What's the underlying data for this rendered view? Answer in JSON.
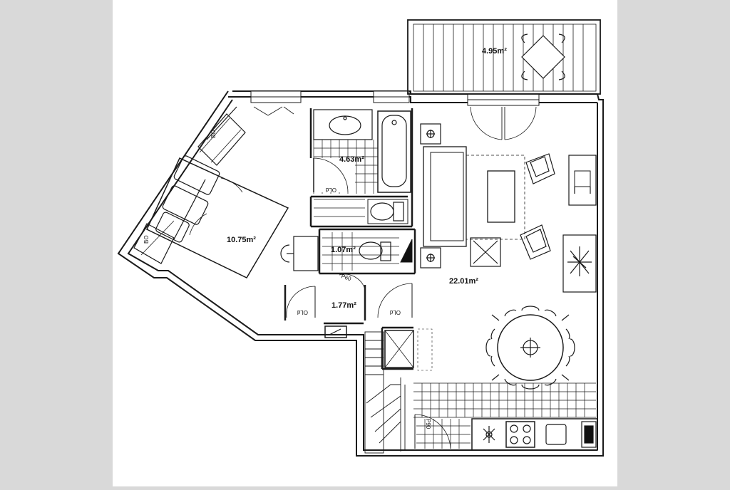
{
  "image": {
    "type": "floor-plan",
    "colors": {
      "background": "#d9d9d9",
      "paper": "#ffffff",
      "line": "#1a1a1a"
    }
  },
  "rooms": [
    {
      "id": "balcony",
      "area": "4.95m²"
    },
    {
      "id": "bedroom",
      "area": "10.75m²"
    },
    {
      "id": "bathroom",
      "area": "4.63m²"
    },
    {
      "id": "wc",
      "area": "1.07m²"
    },
    {
      "id": "hall",
      "area": "1.77m²"
    },
    {
      "id": "living",
      "area": "22.01m²"
    }
  ],
  "labels": {
    "bo_top": "BO",
    "bo_bottom": "BO",
    "old_bath": "OLd",
    "old_hall_left": "OLd",
    "old_hall_right": "OLd",
    "p60": "P60",
    "p90": "P90"
  }
}
